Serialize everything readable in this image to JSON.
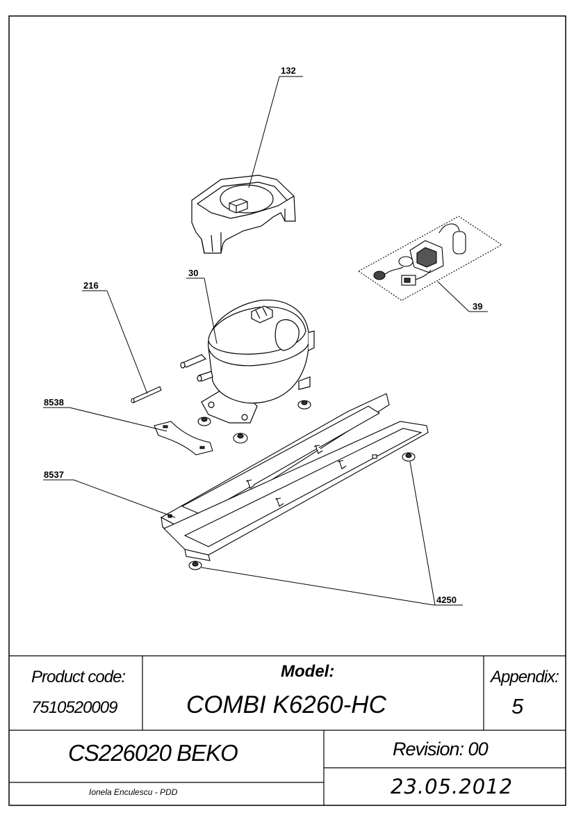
{
  "callouts": {
    "c132": "132",
    "c30": "30",
    "c39": "39",
    "c216": "216",
    "c8538": "8538",
    "c8537": "8537",
    "c4250": "4250"
  },
  "title_block": {
    "product_code_label": "Product code:",
    "product_code_value": "7510520009",
    "model_label": "Model:",
    "model_value": "COMBI K6260-HC",
    "appendix_label": "Appendix:",
    "appendix_value": "5",
    "document_code": "CS226020 BEKO",
    "revision": "Revision: 00",
    "date": "23.05.2012",
    "author": "Ionela Enculescu - PDD"
  }
}
